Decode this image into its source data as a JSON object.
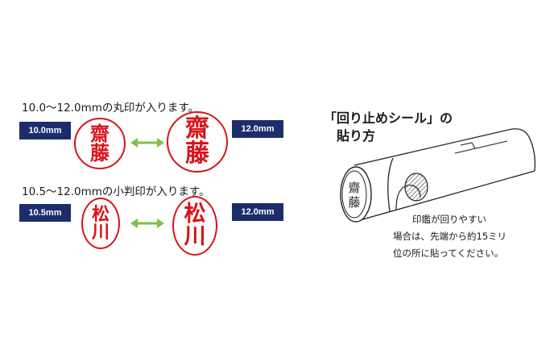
{
  "left": {
    "round": {
      "caption": "10.0〜12.0mmの丸印が入ります。",
      "min_label": "10.0mm",
      "max_label": "12.0mm",
      "seal_text_line1": "齋",
      "seal_text_line2": "藤"
    },
    "oval": {
      "caption": "10.5〜12.0mmの小判印が入ります。",
      "min_label": "10.5mm",
      "max_label": "12.0mm",
      "seal_text_line1": "松",
      "seal_text_line2": "川"
    }
  },
  "right": {
    "title_line1": "「回り止めシール」の",
    "title_line2": "貼り方",
    "illustration_seal_text_line1": "齋",
    "illustration_seal_text_line2": "藤",
    "note_lines": [
      "印鑑が回りやすい",
      "場合は、先端から約15ミリ",
      "位の所に貼ってください。"
    ]
  },
  "colors": {
    "badge": "#1c2d6b",
    "seal_red": "#d7141a",
    "arrow_green": "#7cc243"
  }
}
